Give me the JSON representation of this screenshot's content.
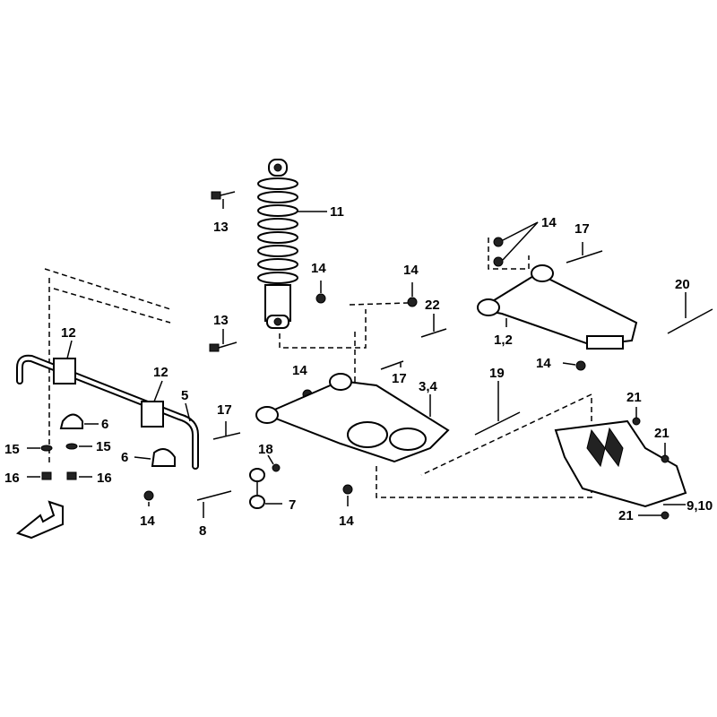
{
  "diagram": {
    "title": "Front suspension exploded parts diagram",
    "callouts": {
      "c1_2": "1,2",
      "c3_4": "3,4",
      "c5": "5",
      "c6a": "6",
      "c6b": "6",
      "c7": "7",
      "c8": "8",
      "c9_10": "9,10",
      "c11": "11",
      "c12a": "12",
      "c12b": "12",
      "c13a": "13",
      "c13b": "13",
      "c14a": "14",
      "c14b": "14",
      "c14c": "14",
      "c14d": "14",
      "c14e": "14",
      "c14f": "14",
      "c14g": "14",
      "c15a": "15",
      "c15b": "15",
      "c16a": "16",
      "c16b": "16",
      "c17a": "17",
      "c17b": "17",
      "c17c": "17",
      "c18": "18",
      "c19": "19",
      "c20": "20",
      "c21a": "21",
      "c21b": "21",
      "c21c": "21",
      "c22": "22"
    }
  }
}
